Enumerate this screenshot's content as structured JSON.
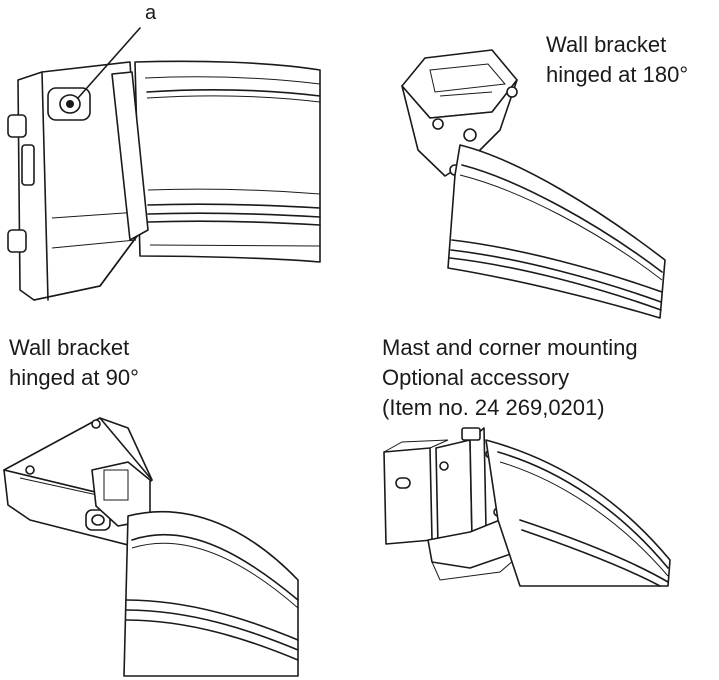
{
  "callout": {
    "a": "a"
  },
  "panels": {
    "bracket_180": {
      "title_line1": "Wall bracket",
      "title_line2": "hinged at 180°"
    },
    "bracket_90": {
      "title_line1": "Wall bracket",
      "title_line2": "hinged at 90°"
    },
    "mast_corner": {
      "title_line1": "Mast and corner mounting",
      "title_line2": "Optional accessory",
      "title_line3": "(Item no. 24 269,0201)"
    }
  }
}
